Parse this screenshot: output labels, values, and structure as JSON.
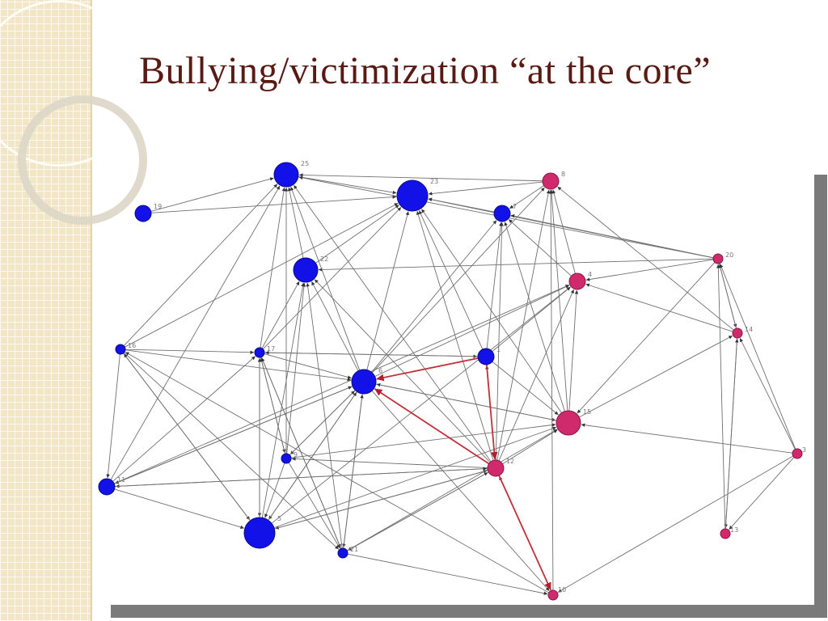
{
  "slide": {
    "title": "Bullying/victimization “at the core”"
  },
  "colors": {
    "blue_node": "#1212e8",
    "pink_node": "#d02a6c",
    "edge": "#707070",
    "core_edge": "#c0303a",
    "title": "#5a1a14"
  },
  "network": {
    "nodes": [
      {
        "id": "25",
        "group": "blue",
        "size": "large"
      },
      {
        "id": "23",
        "group": "blue",
        "size": "xlarge"
      },
      {
        "id": "19",
        "group": "blue",
        "size": "medium"
      },
      {
        "id": "7",
        "group": "blue",
        "size": "medium"
      },
      {
        "id": "22",
        "group": "blue",
        "size": "large"
      },
      {
        "id": "8",
        "group": "pink",
        "size": "medium"
      },
      {
        "id": "20",
        "group": "pink",
        "size": "small"
      },
      {
        "id": "4",
        "group": "pink",
        "size": "medium"
      },
      {
        "id": "14",
        "group": "pink",
        "size": "small"
      },
      {
        "id": "16",
        "group": "blue",
        "size": "small"
      },
      {
        "id": "17",
        "group": "blue",
        "size": "small"
      },
      {
        "id": "6",
        "group": "blue",
        "size": "large"
      },
      {
        "id": "1",
        "group": "blue",
        "size": "medium"
      },
      {
        "id": "15",
        "group": "pink",
        "size": "large"
      },
      {
        "id": "3",
        "group": "pink",
        "size": "small"
      },
      {
        "id": "12",
        "group": "pink",
        "size": "medium"
      },
      {
        "id": "9",
        "group": "blue",
        "size": "small"
      },
      {
        "id": "11",
        "group": "blue",
        "size": "medium"
      },
      {
        "id": "5",
        "group": "blue",
        "size": "xlarge"
      },
      {
        "id": "21",
        "group": "blue",
        "size": "small"
      },
      {
        "id": "13",
        "group": "pink",
        "size": "small"
      },
      {
        "id": "10",
        "group": "pink",
        "size": "small"
      }
    ],
    "edges": [
      [
        "19",
        "25"
      ],
      [
        "19",
        "23"
      ],
      [
        "25",
        "23"
      ],
      [
        "8",
        "25"
      ],
      [
        "8",
        "23"
      ],
      [
        "8",
        "7"
      ],
      [
        "7",
        "23"
      ],
      [
        "20",
        "23"
      ],
      [
        "20",
        "7"
      ],
      [
        "20",
        "4"
      ],
      [
        "20",
        "22"
      ],
      [
        "20",
        "25"
      ],
      [
        "20",
        "14"
      ],
      [
        "20",
        "15"
      ],
      [
        "22",
        "25"
      ],
      [
        "22",
        "23"
      ],
      [
        "4",
        "8"
      ],
      [
        "4",
        "7"
      ],
      [
        "14",
        "8"
      ],
      [
        "14",
        "4"
      ],
      [
        "14",
        "20"
      ],
      [
        "14",
        "13"
      ],
      [
        "3",
        "14"
      ],
      [
        "3",
        "20"
      ],
      [
        "3",
        "15"
      ],
      [
        "3",
        "13"
      ],
      [
        "3",
        "10"
      ],
      [
        "16",
        "25"
      ],
      [
        "16",
        "23"
      ],
      [
        "16",
        "17"
      ],
      [
        "16",
        "6"
      ],
      [
        "16",
        "11"
      ],
      [
        "16",
        "5"
      ],
      [
        "16",
        "21"
      ],
      [
        "17",
        "25"
      ],
      [
        "17",
        "22"
      ],
      [
        "17",
        "6"
      ],
      [
        "17",
        "1"
      ],
      [
        "17",
        "5"
      ],
      [
        "17",
        "21"
      ],
      [
        "17",
        "9"
      ],
      [
        "17",
        "23"
      ],
      [
        "6",
        "25"
      ],
      [
        "6",
        "23"
      ],
      [
        "6",
        "22"
      ],
      [
        "6",
        "7"
      ],
      [
        "6",
        "8"
      ],
      [
        "6",
        "15"
      ],
      [
        "6",
        "10"
      ],
      [
        "6",
        "9"
      ],
      [
        "6",
        "5"
      ],
      [
        "6",
        "21"
      ],
      [
        "6",
        "11"
      ],
      [
        "6",
        "4"
      ],
      [
        "1",
        "6"
      ],
      [
        "1",
        "7"
      ],
      [
        "1",
        "23"
      ],
      [
        "1",
        "15"
      ],
      [
        "1",
        "4"
      ],
      [
        "1",
        "17"
      ],
      [
        "1",
        "12"
      ],
      [
        "15",
        "8"
      ],
      [
        "15",
        "7"
      ],
      [
        "15",
        "4"
      ],
      [
        "15",
        "23"
      ],
      [
        "15",
        "14"
      ],
      [
        "15",
        "6"
      ],
      [
        "12",
        "1"
      ],
      [
        "12",
        "6"
      ],
      [
        "12",
        "7"
      ],
      [
        "12",
        "15"
      ],
      [
        "12",
        "4"
      ],
      [
        "12",
        "25"
      ],
      [
        "12",
        "22"
      ],
      [
        "12",
        "9"
      ],
      [
        "12",
        "5"
      ],
      [
        "12",
        "11"
      ],
      [
        "12",
        "21"
      ],
      [
        "12",
        "23"
      ],
      [
        "12",
        "8"
      ],
      [
        "9",
        "22"
      ],
      [
        "9",
        "25"
      ],
      [
        "9",
        "6"
      ],
      [
        "9",
        "5"
      ],
      [
        "9",
        "21"
      ],
      [
        "9",
        "15"
      ],
      [
        "9",
        "17"
      ],
      [
        "11",
        "25"
      ],
      [
        "11",
        "17"
      ],
      [
        "11",
        "5"
      ],
      [
        "11",
        "12"
      ],
      [
        "11",
        "6"
      ],
      [
        "11",
        "4"
      ],
      [
        "5",
        "17"
      ],
      [
        "5",
        "6"
      ],
      [
        "5",
        "12"
      ],
      [
        "5",
        "16"
      ],
      [
        "5",
        "22"
      ],
      [
        "5",
        "15"
      ],
      [
        "5",
        "4"
      ],
      [
        "21",
        "6"
      ],
      [
        "21",
        "22"
      ],
      [
        "21",
        "17"
      ],
      [
        "21",
        "12"
      ],
      [
        "21",
        "15"
      ],
      [
        "21",
        "10"
      ],
      [
        "10",
        "12"
      ],
      [
        "10",
        "8"
      ],
      [
        "10",
        "16"
      ],
      [
        "13",
        "20"
      ],
      [
        "13",
        "14"
      ]
    ],
    "core_edges": [
      [
        "12",
        "6"
      ],
      [
        "1",
        "6"
      ],
      [
        "1",
        "12"
      ],
      [
        "12",
        "10"
      ]
    ]
  }
}
